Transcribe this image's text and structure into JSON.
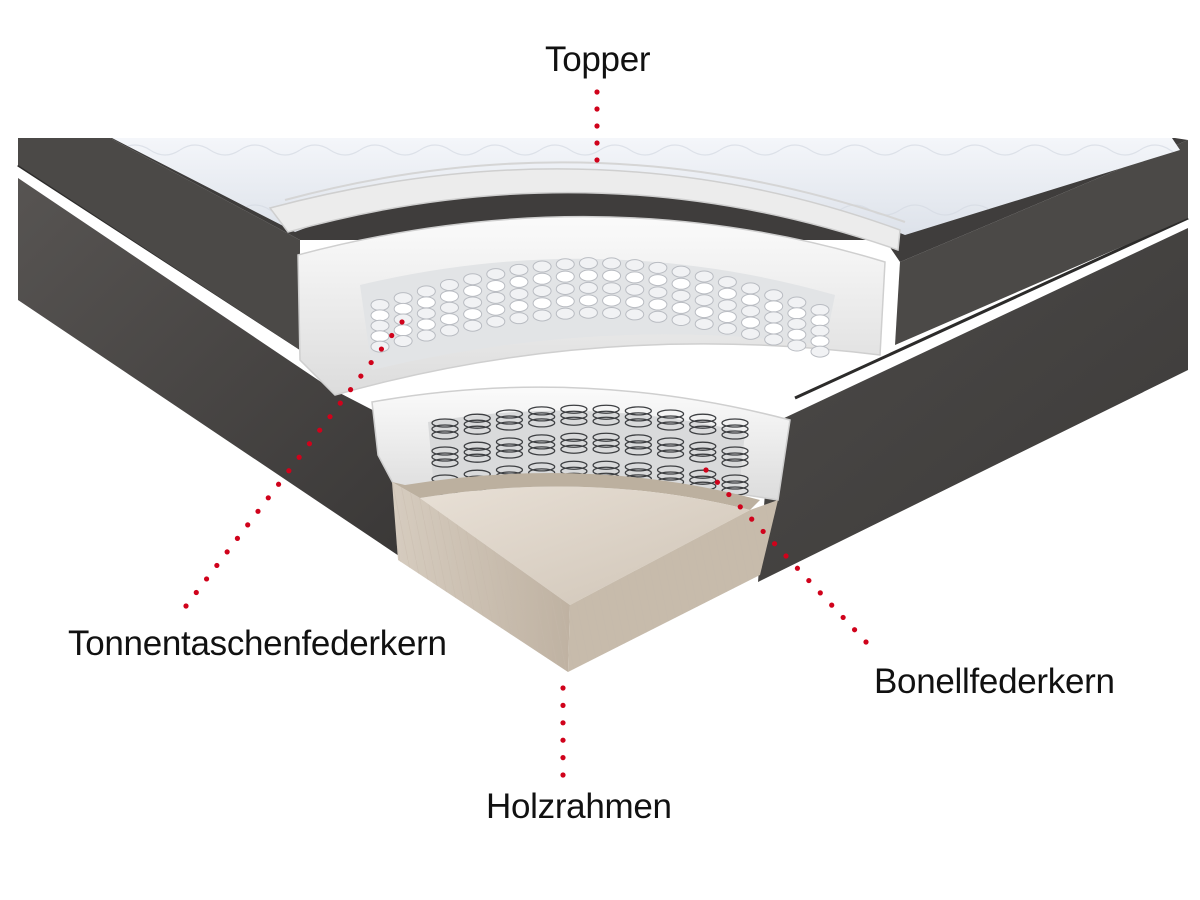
{
  "labels": {
    "topper": "Topper",
    "pocket_spring_core": "Tonnentaschenfederkern",
    "bonnell_spring_core": "Bonellfederkern",
    "wooden_frame": "Holzrahmen"
  },
  "colors": {
    "upholstery": "#4a4846",
    "topper_fabric": "#eef1f6",
    "foam": "#f3f3f3",
    "wood": "#d9cfc3",
    "leader_dots": "#d0021b",
    "label_text": "#111111"
  },
  "icons": {
    "pocket_springs": "pocket-spring-icon",
    "bonnell_springs": "coil-spring-icon"
  }
}
